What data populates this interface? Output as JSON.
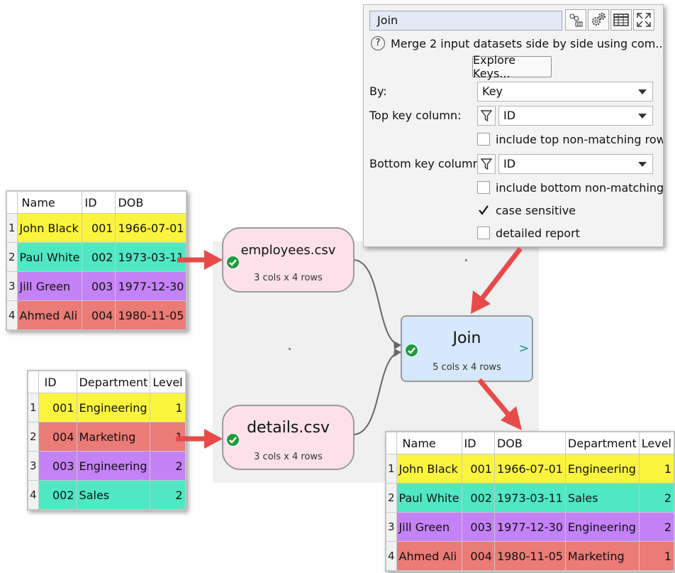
{
  "colors": {
    "yellow": "#fbf43f",
    "teal": "#4fe8c3",
    "purple": "#c582f7",
    "salmon": "#ea7b76",
    "node_pink": "#fde1ea",
    "node_blue": "#d6e8fb",
    "arrow_red": "#e84a4a",
    "check_green": "#1f9b3b"
  },
  "employees_table": {
    "headers": [
      "Name",
      "ID",
      "DOB"
    ],
    "rows": [
      {
        "rn": "1",
        "name": "John Black",
        "id": "001",
        "dob": "1966-07-01"
      },
      {
        "rn": "2",
        "name": "Paul White",
        "id": "002",
        "dob": "1973-03-11"
      },
      {
        "rn": "3",
        "name": "Jill Green",
        "id": "003",
        "dob": "1977-12-30"
      },
      {
        "rn": "4",
        "name": "Ahmed Ali",
        "id": "004",
        "dob": "1980-11-05"
      }
    ]
  },
  "details_table": {
    "headers": [
      "ID",
      "Department",
      "Level"
    ],
    "rows": [
      {
        "rn": "1",
        "id": "001",
        "dept": "Engineering",
        "level": "1"
      },
      {
        "rn": "2",
        "id": "004",
        "dept": "Marketing",
        "level": "1"
      },
      {
        "rn": "3",
        "id": "003",
        "dept": "Engineering",
        "level": "2"
      },
      {
        "rn": "4",
        "id": "002",
        "dept": "Sales",
        "level": "2"
      }
    ]
  },
  "result_table": {
    "headers": [
      "Name",
      "ID",
      "DOB",
      "Department",
      "Level"
    ],
    "rows": [
      {
        "rn": "1",
        "name": "John Black",
        "id": "001",
        "dob": "1966-07-01",
        "dept": "Engineering",
        "level": "1"
      },
      {
        "rn": "2",
        "name": "Paul White",
        "id": "002",
        "dob": "1973-03-11",
        "dept": "Sales",
        "level": "2"
      },
      {
        "rn": "3",
        "name": "Jill Green",
        "id": "003",
        "dob": "1977-12-30",
        "dept": "Engineering",
        "level": "2"
      },
      {
        "rn": "4",
        "name": "Ahmed Ali",
        "id": "004",
        "dob": "1980-11-05",
        "dept": "Marketing",
        "level": "1"
      }
    ]
  },
  "nodes": {
    "employees": {
      "title": "employees.csv",
      "subtitle": "3 cols x 4 rows"
    },
    "details": {
      "title": "details.csv",
      "subtitle": "3 cols x 4 rows"
    },
    "join": {
      "title": "Join",
      "subtitle": "5 cols x 4 rows",
      "output": ">"
    }
  },
  "panel": {
    "title": "Join",
    "toolbar_icons": [
      "node-graph-icon",
      "gears-icon",
      "table-icon",
      "expand-icon"
    ],
    "help_icon": "?",
    "description": "Merge 2 input datasets side by side using com...",
    "explore_keys": "Explore Keys...",
    "by_label": "By:",
    "by_value": "Key",
    "top_key_label": "Top key column:",
    "top_key_value": "ID",
    "include_top": {
      "label": "include top non-matching row",
      "checked": false
    },
    "bottom_key_label": "Bottom key column:",
    "bottom_key_value": "ID",
    "include_bottom": {
      "label": "include bottom non-matching",
      "checked": false
    },
    "case_sensitive": {
      "label": "case sensitive",
      "checked": true
    },
    "detailed_report": {
      "label": "detailed report",
      "checked": false
    }
  }
}
